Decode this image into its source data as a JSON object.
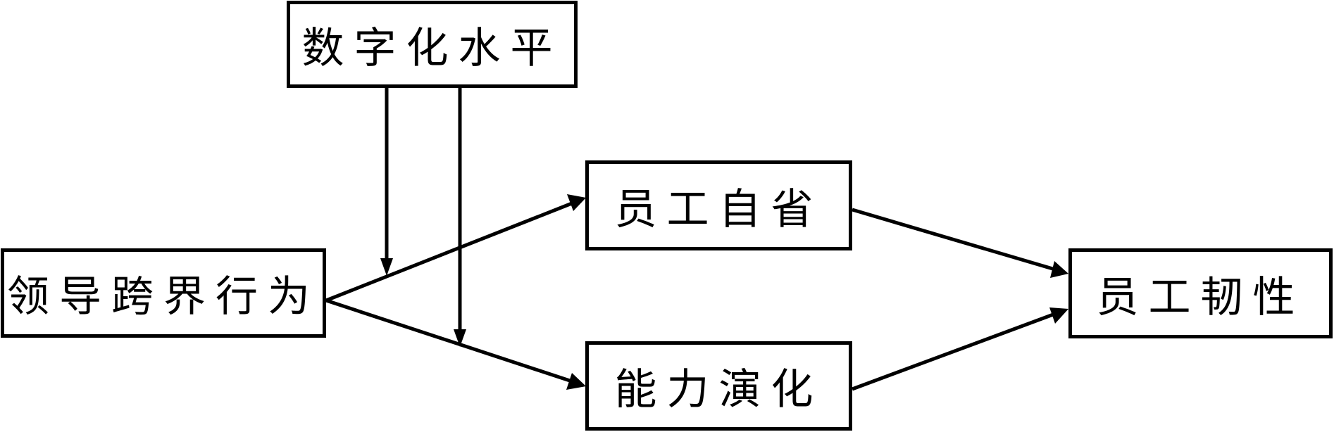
{
  "diagram": {
    "nodes": {
      "digital_level": "数字化水平",
      "leadership_boundary_spanning": "领导跨界行为",
      "employee_reflection": "员工自省",
      "capability_evolution": "能力演化",
      "employee_resilience": "员工韧性"
    },
    "edges": [
      {
        "from": "leadership_boundary_spanning",
        "to": "employee_reflection",
        "type": "arrow"
      },
      {
        "from": "leadership_boundary_spanning",
        "to": "capability_evolution",
        "type": "arrow"
      },
      {
        "from": "employee_reflection",
        "to": "employee_resilience",
        "type": "arrow"
      },
      {
        "from": "capability_evolution",
        "to": "employee_resilience",
        "type": "arrow"
      },
      {
        "from": "digital_level",
        "to": "leadership_boundary_spanning->employee_reflection",
        "type": "moderation"
      },
      {
        "from": "digital_level",
        "to": "leadership_boundary_spanning->capability_evolution",
        "type": "moderation"
      }
    ]
  }
}
